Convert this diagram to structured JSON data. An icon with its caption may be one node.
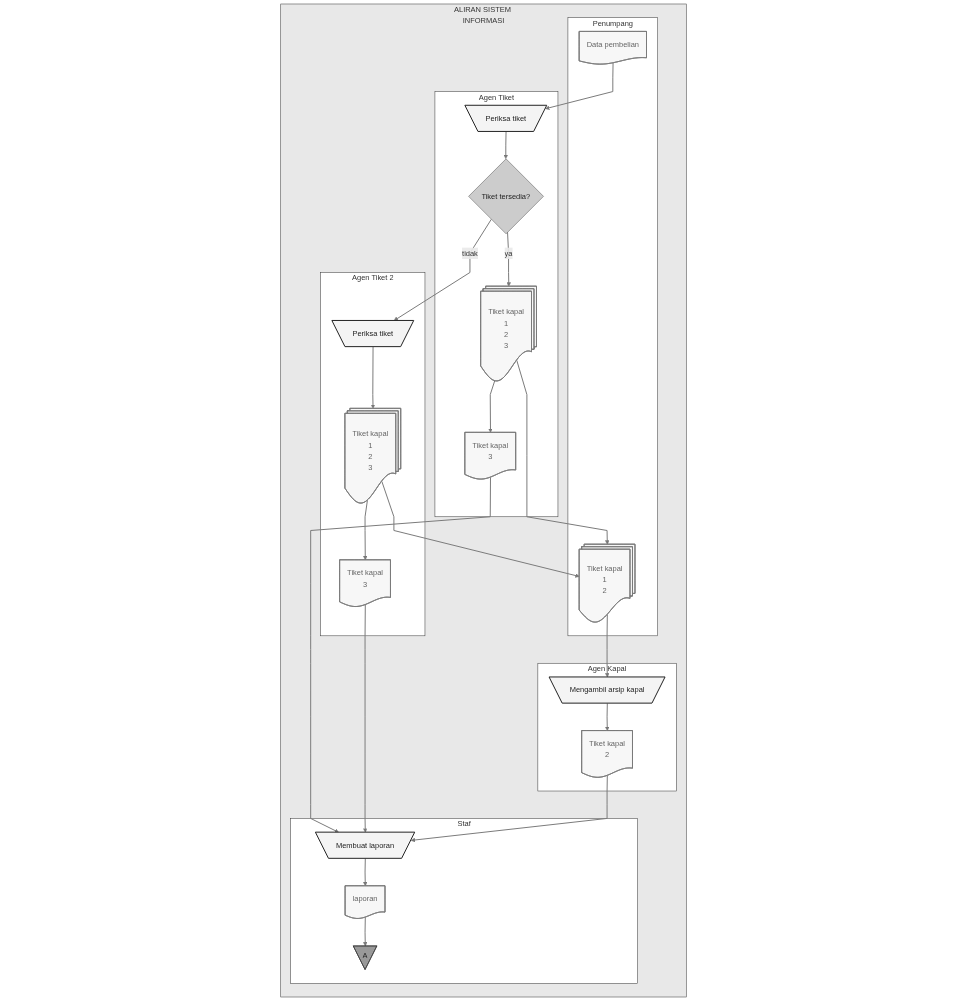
{
  "diagram": {
    "nodes": [
      {
        "text": [
          "ALIRAN SISTEM INFORMASI"
        ]
      },
      {
        "text": [
          "Penumpang"
        ],
        "in": 0
      },
      {
        "text": [
          "Agen Tiket"
        ],
        "in": 0
      },
      {
        "text": [
          "Agen Tiket 2"
        ],
        "in": 0
      },
      {
        "text": [
          "Agen Kapal"
        ],
        "in": 0
      },
      {
        "text": [
          "Staf"
        ],
        "in": 0
      },
      {
        "text": [
          "Data pembelian"
        ],
        "in": 1
      },
      {
        "text": [
          "Periksa tiket"
        ],
        "in": 2
      },
      {
        "text": [
          "Tiket tersedia?"
        ],
        "in": 2
      },
      {
        "text": [
          "Periksa tiket"
        ],
        "in": 3
      },
      {
        "text": [
          "Tiket kapal",
          "1",
          "2"
        ],
        "in": 1
      },
      {
        "text": [
          "Tiket kapal",
          "1",
          "2",
          "3"
        ],
        "in": 2
      },
      {
        "text": [
          "Tiket kapal",
          "1",
          "2",
          "3"
        ],
        "in": 3
      },
      {
        "text": [
          "Tiket kapal",
          "3"
        ],
        "in": 2
      },
      {
        "text": [
          "Tiket kapal",
          "3"
        ],
        "in": 3
      },
      {
        "text": [
          "Membuat laporan"
        ],
        "in": 5
      },
      {
        "text": [
          "laporan"
        ],
        "in": 5
      },
      {
        "text": [
          "A"
        ],
        "in": 5
      },
      {
        "text": [
          "Mengambil arsip kapal"
        ],
        "in": 4
      },
      {
        "text": [
          "Tiket kapal",
          "2"
        ],
        "in": 4
      }
    ],
    "edges": [
      {
        "from": 6,
        "to": 7,
        "arrow": "to"
      },
      {
        "from": 7,
        "to": 8,
        "arrow": "to"
      },
      {
        "from": 8,
        "to": 9,
        "arrow": "to",
        "label": "tidak"
      },
      {
        "from": 8,
        "to": 11,
        "arrow": "to",
        "label": "ya"
      },
      {
        "from": 11,
        "to": 10,
        "arrow": "to"
      },
      {
        "from": 12,
        "to": 10,
        "arrow": "to"
      },
      {
        "from": 9,
        "to": 12,
        "arrow": "to"
      },
      {
        "from": 11,
        "to": 13,
        "arrow": "to"
      },
      {
        "from": 12,
        "to": 14,
        "arrow": "to"
      },
      {
        "from": 13,
        "to": 15,
        "arrow": "to"
      },
      {
        "from": 14,
        "to": 15,
        "arrow": "to"
      },
      {
        "from": 10,
        "to": 18,
        "arrow": "to"
      },
      {
        "from": 18,
        "to": 19,
        "arrow": "to"
      },
      {
        "from": 19,
        "to": 15,
        "arrow": "to"
      },
      {
        "from": 15,
        "to": 16,
        "arrow": "to"
      },
      {
        "from": 16,
        "to": 17,
        "arrow": "to"
      }
    ]
  }
}
